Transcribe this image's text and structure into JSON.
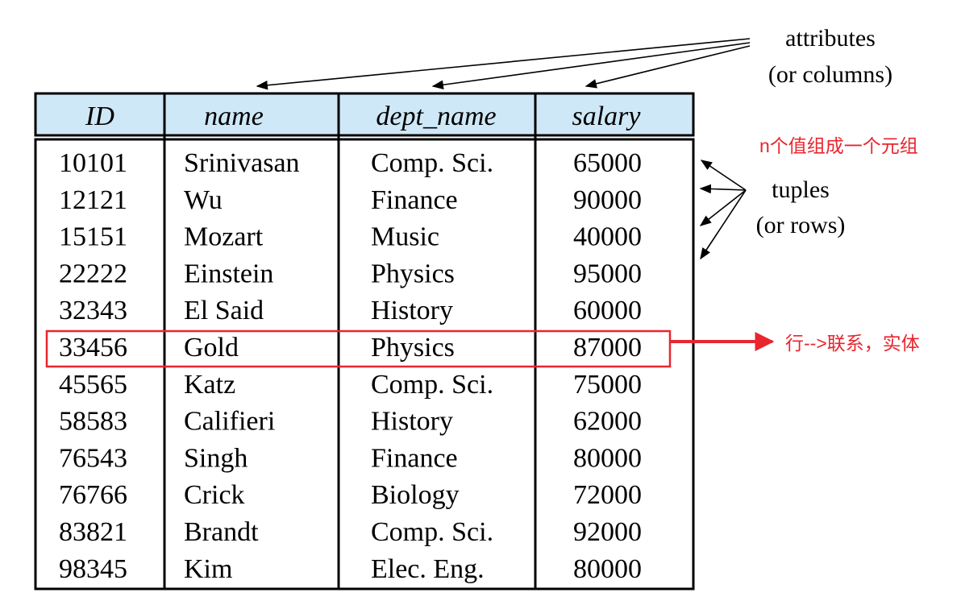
{
  "table": {
    "columns": [
      "ID",
      "name",
      "dept_name",
      "salary"
    ],
    "rows": [
      [
        "10101",
        "Srinivasan",
        "Comp. Sci.",
        "65000"
      ],
      [
        "12121",
        "Wu",
        "Finance",
        "90000"
      ],
      [
        "15151",
        "Mozart",
        "Music",
        "40000"
      ],
      [
        "22222",
        "Einstein",
        "Physics",
        "95000"
      ],
      [
        "32343",
        "El Said",
        "History",
        "60000"
      ],
      [
        "33456",
        "Gold",
        "Physics",
        "87000"
      ],
      [
        "45565",
        "Katz",
        "Comp. Sci.",
        "75000"
      ],
      [
        "58583",
        "Califieri",
        "History",
        "62000"
      ],
      [
        "76543",
        "Singh",
        "Finance",
        "80000"
      ],
      [
        "76766",
        "Crick",
        "Biology",
        "72000"
      ],
      [
        "83821",
        "Brandt",
        "Comp. Sci.",
        "92000"
      ],
      [
        "98345",
        "Kim",
        "Elec. Eng.",
        "80000"
      ]
    ],
    "highlighted_row": 5
  },
  "annotations": {
    "attributes_line1": "attributes",
    "attributes_line2": "(or columns)",
    "tuples_line1": "tuples",
    "tuples_line2": "(or rows)",
    "chinese_tuple_note": "n个值组成一个元组",
    "chinese_row_note": "行-->联系，实体"
  },
  "colors": {
    "header_fill": "#cfe8f7",
    "border": "#000000",
    "highlight": "#e8262e",
    "note_red": "#e8262e"
  }
}
